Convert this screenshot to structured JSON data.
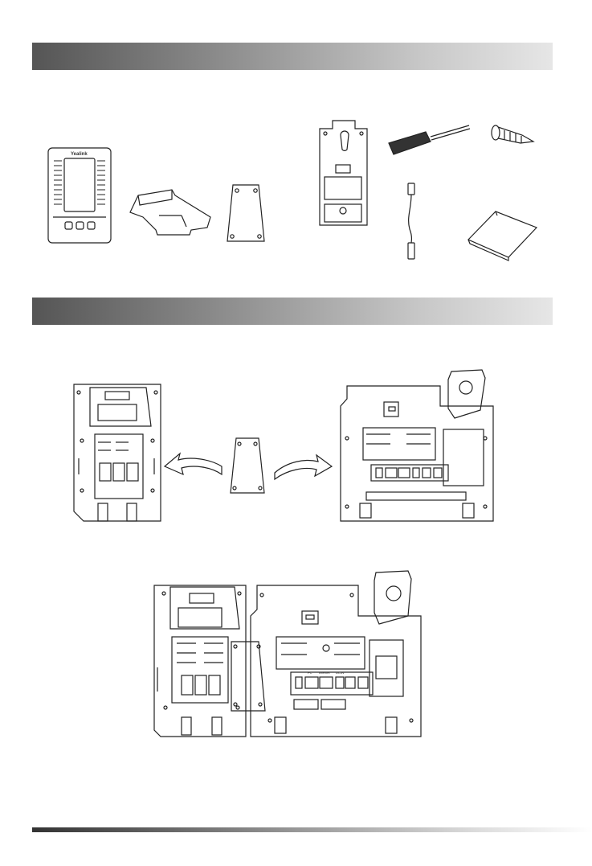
{
  "page": {
    "sections": [
      {
        "id": "packaging-contents"
      },
      {
        "id": "attach-expansion-module"
      }
    ]
  },
  "illustration": {
    "brand_text": "Yealink",
    "port_labels": {
      "pc": "PC",
      "internet": "Internet",
      "dc": "DC5V"
    }
  },
  "colors": {
    "header_dark": "#555555",
    "header_light": "#e6e6e6",
    "line": "#222222",
    "screwdriver_handle": "#333333"
  }
}
